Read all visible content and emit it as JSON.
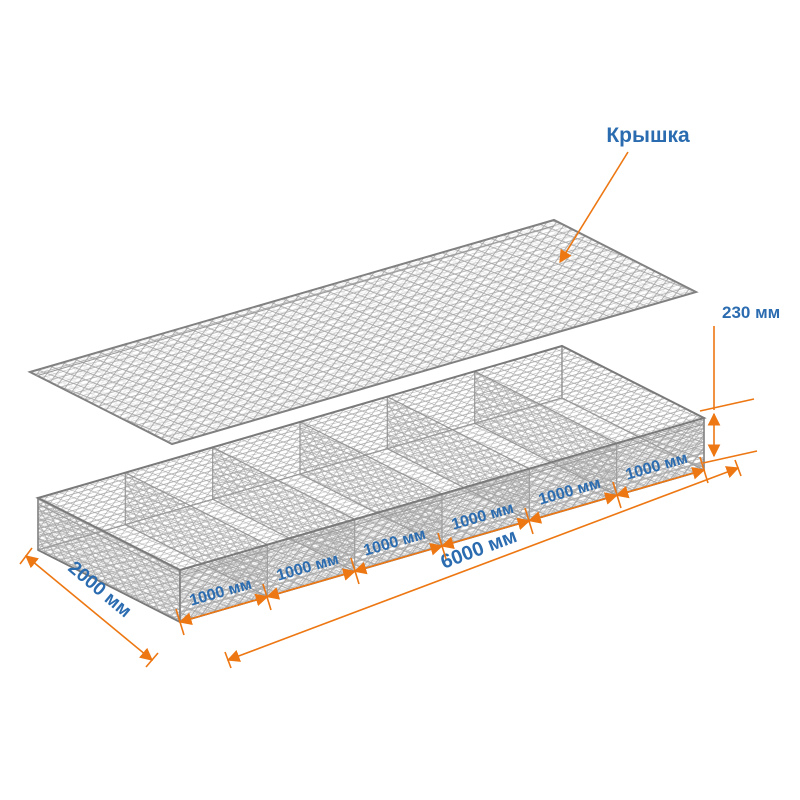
{
  "diagram": {
    "type": "gabion-mattress-exploded-view",
    "lid_label": "Крышка",
    "dimensions": {
      "height": "230 мм",
      "width": "2000 мм",
      "total_length": "6000 мм",
      "segments": [
        "1000 мм",
        "1000 мм",
        "1000 мм",
        "1000 мм",
        "1000 мм",
        "1000 мм"
      ]
    },
    "structure": {
      "compartments": 6,
      "parts": [
        "lid-mesh-panel",
        "mesh-box-with-diaphragms"
      ]
    },
    "colors": {
      "dimension_accent": "#ed7712",
      "label_text": "#2b6cb0",
      "mesh_wire": "#a3a3a3",
      "edge_wire": "#7a7a7a",
      "background": "#ffffff"
    }
  }
}
